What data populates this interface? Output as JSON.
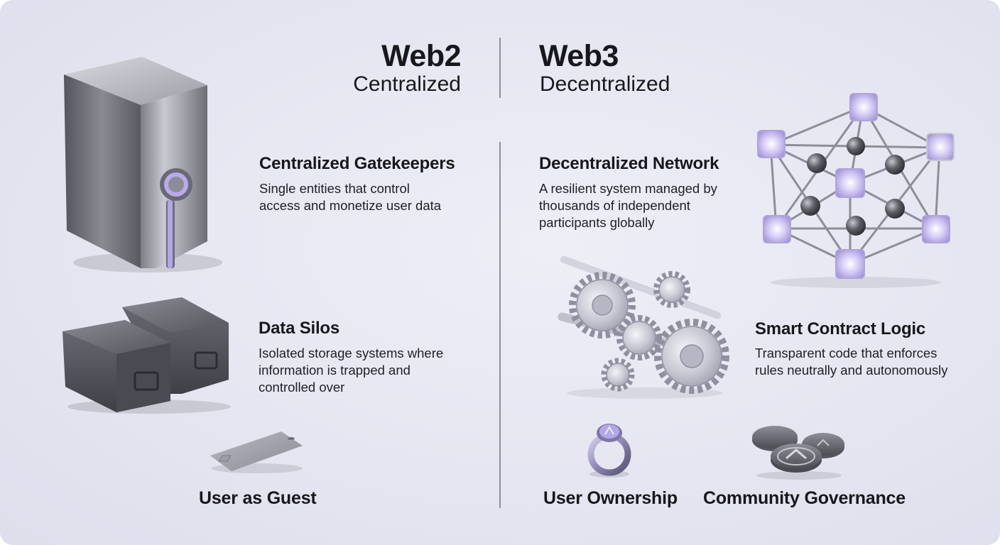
{
  "web2": {
    "title": "Web2",
    "subtitle": "Centralized",
    "sections": [
      {
        "heading": "Centralized Gatekeepers",
        "body": "Single entities that control\naccess and monetize user data"
      },
      {
        "heading": "Data Silos",
        "body": "Isolated storage systems where\ninformation is trapped and\ncontrolled over"
      }
    ],
    "user_label": "User as Guest"
  },
  "web3": {
    "title": "Web3",
    "subtitle": "Decentralized",
    "sections": [
      {
        "heading": "Decentralized Network",
        "body": "A resilient system managed by\nthousands of independent\nparticipants globally"
      },
      {
        "heading": "Smart Contract Logic",
        "body": "Transparent code that enforces\nrules neutrally and autonomously"
      }
    ],
    "ownership_label": "User Ownership",
    "governance_label": "Community Governance"
  },
  "colors": {
    "accent": "#b8a6ec",
    "metal": "#8c8c96",
    "dark_metal": "#4e4e55",
    "divider": "#8f8f9c"
  },
  "icons": [
    "server-vault-icon",
    "storage-boxes-icon",
    "access-card-icon",
    "network-lattice-icon",
    "gears-icon",
    "ring-icon",
    "coins-icon"
  ]
}
